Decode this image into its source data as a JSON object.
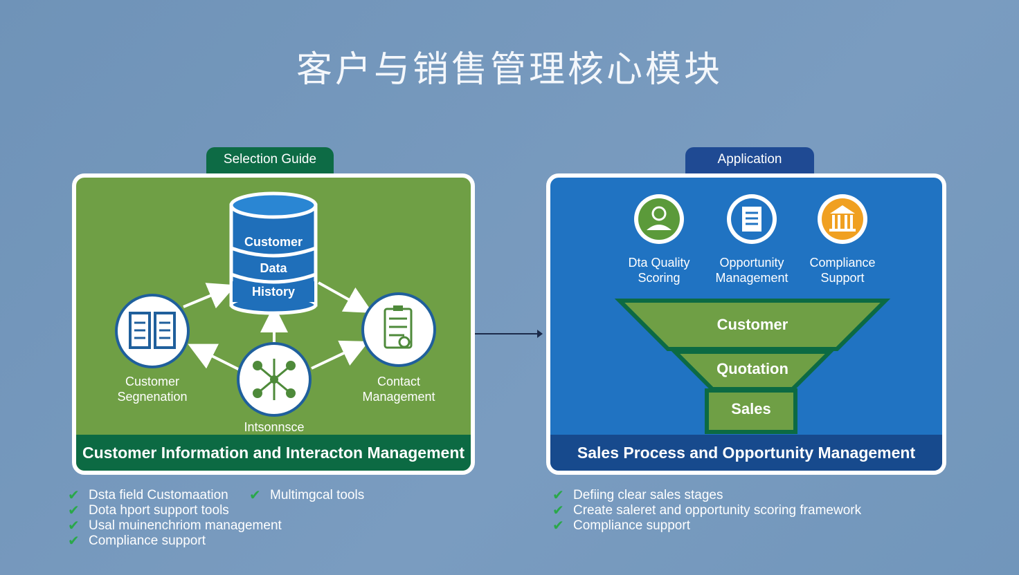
{
  "page": {
    "title": "客户与销售管理核心模块"
  },
  "left_panel": {
    "tab": "Selection Guide",
    "database_labels": [
      "Customer",
      "Data",
      "History"
    ],
    "nodes": {
      "segmentation": "Customer\nSegnenation",
      "contact": "Contact\nManagement",
      "interaction": "Intsonnsce"
    },
    "footer": "Customer Information and Interacton Management",
    "colors": {
      "panel": "#6f9f45",
      "footer": "#0c6a43",
      "icon": "#1f5f9c"
    }
  },
  "right_panel": {
    "tab": "Application",
    "features": [
      {
        "label": "Dta Quality\nScoring",
        "icon": "person-icon"
      },
      {
        "label": "Opportunity\nManagement",
        "icon": "document-icon"
      },
      {
        "label": "Compliance\nSupport",
        "icon": "building-icon"
      }
    ],
    "funnel_stages": [
      "Customer",
      "Quotation",
      "Sales"
    ],
    "footer": "Sales Process and Opportunity Management",
    "colors": {
      "panel": "#2073c2",
      "footer": "#174a8d",
      "funnel": "#6f9f45",
      "funnel_border": "#0c6a43"
    }
  },
  "left_checklist": {
    "col1": [
      "Dsta field Customaation",
      "Dota hport support tools",
      "Usal muinenchriom management",
      "Compliance support"
    ],
    "col2": [
      "Multimgcal tools"
    ]
  },
  "right_checklist": [
    "Defiing clear sales stages",
    "Create saleret and opportunity scoring framework",
    "Compliance support"
  ]
}
